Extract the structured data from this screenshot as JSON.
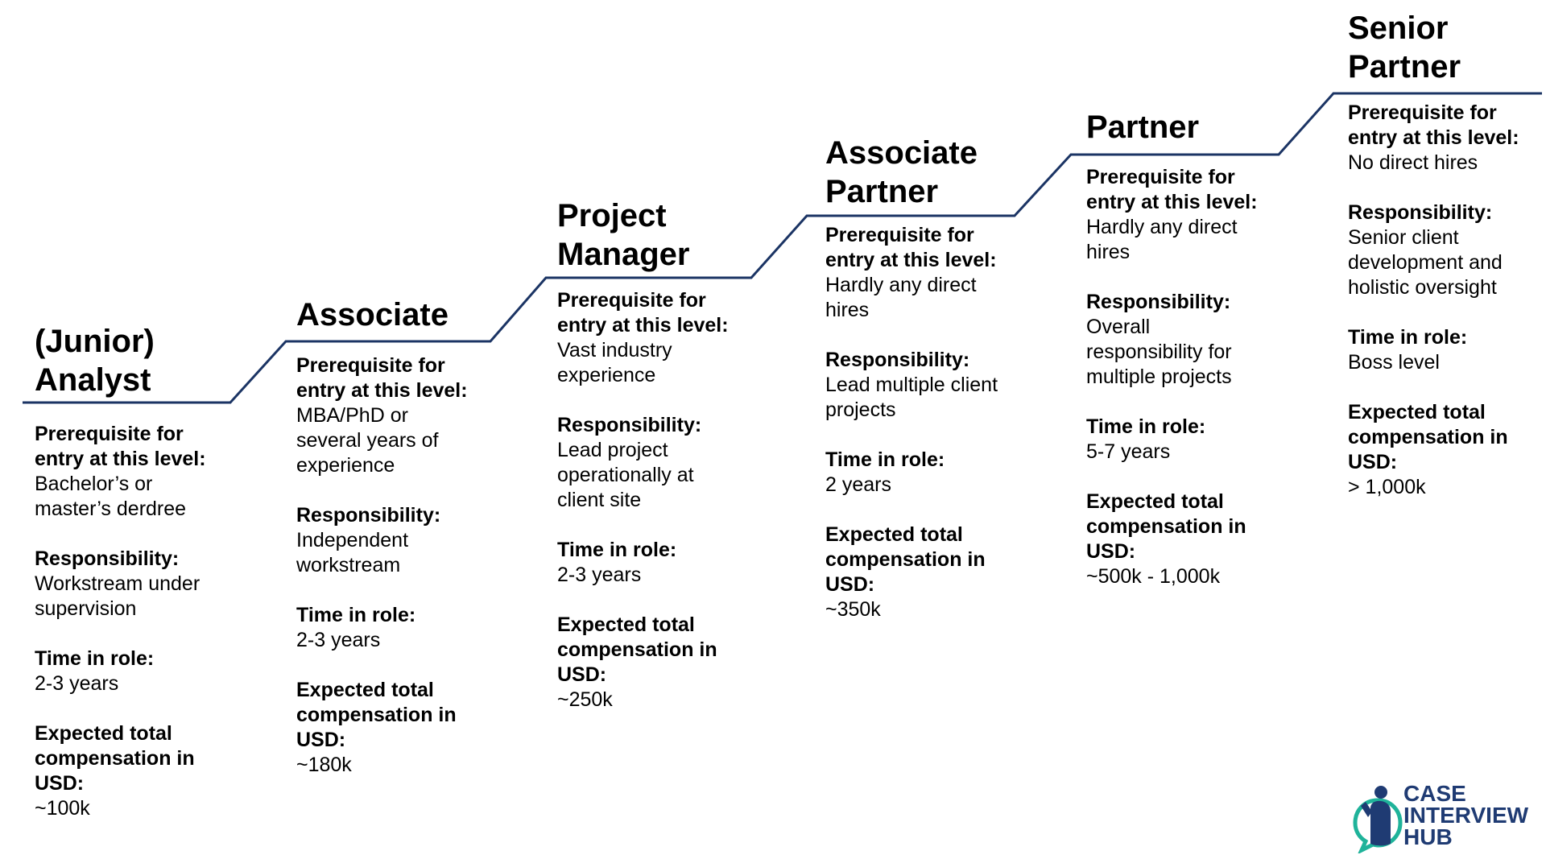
{
  "diagram": {
    "colors": {
      "line": "#1b3464",
      "logo_navy": "#1f3b73",
      "logo_green": "#1fb39a"
    },
    "levels": [
      {
        "title": "(Junior)\nAnalyst",
        "prerequisite_label": "Prerequisite for\nentry at this level:",
        "prerequisite": "Bachelor’s or\nmaster’s derdree",
        "responsibility_label": "Responsibility:",
        "responsibility": "Workstream under\nsupervision",
        "time_label": "Time in role:",
        "time": "2-3 years",
        "comp_label": "Expected total\ncompensation in\nUSD:",
        "comp": "~100k"
      },
      {
        "title": "Associate",
        "prerequisite_label": "Prerequisite for\nentry at this level:",
        "prerequisite": "MBA/PhD or\nseveral years of\nexperience",
        "responsibility_label": "Responsibility:",
        "responsibility": "Independent\nworkstream",
        "time_label": "Time in role:",
        "time": "2-3 years",
        "comp_label": "Expected total\ncompensation in\nUSD:",
        "comp": "~180k"
      },
      {
        "title": "Project\nManager",
        "prerequisite_label": "Prerequisite for\nentry at this level:",
        "prerequisite": "Vast industry\nexperience",
        "responsibility_label": "Responsibility:",
        "responsibility": "Lead project\noperationally at\nclient site",
        "time_label": "Time in role:",
        "time": "2-3 years",
        "comp_label": "Expected total\ncompensation in\nUSD:",
        "comp": "~250k"
      },
      {
        "title": "Associate\nPartner",
        "prerequisite_label": "Prerequisite for\nentry at this level:",
        "prerequisite": "Hardly any direct\nhires",
        "responsibility_label": "Responsibility:",
        "responsibility": "Lead multiple client\nprojects",
        "time_label": "Time in role:",
        "time": "2 years",
        "comp_label": "Expected total\ncompensation in\nUSD:",
        "comp": "~350k"
      },
      {
        "title": "Partner",
        "prerequisite_label": "Prerequisite for\nentry at this level:",
        "prerequisite": "Hardly any direct\nhires",
        "responsibility_label": "Responsibility:",
        "responsibility": "Overall\nresponsibility for\nmultiple projects",
        "time_label": "Time in role:",
        "time": "5-7 years",
        "comp_label": "Expected total\ncompensation in\nUSD:",
        "comp": "~500k - 1,000k"
      },
      {
        "title": "Senior\nPartner",
        "prerequisite_label": "Prerequisite for\nentry at this level:",
        "prerequisite": "No direct hires",
        "responsibility_label": "Responsibility:",
        "responsibility": "Senior client\ndevelopment and\nholistic oversight",
        "time_label": "Time in role:",
        "time": "Boss level",
        "comp_label": "Expected total\ncompensation in\nUSD:",
        "comp": "> 1,000k"
      }
    ]
  },
  "logo": {
    "text": "CASE\nINTERVIEW\nHUB",
    "icon": "person-speech-bubble-icon"
  }
}
